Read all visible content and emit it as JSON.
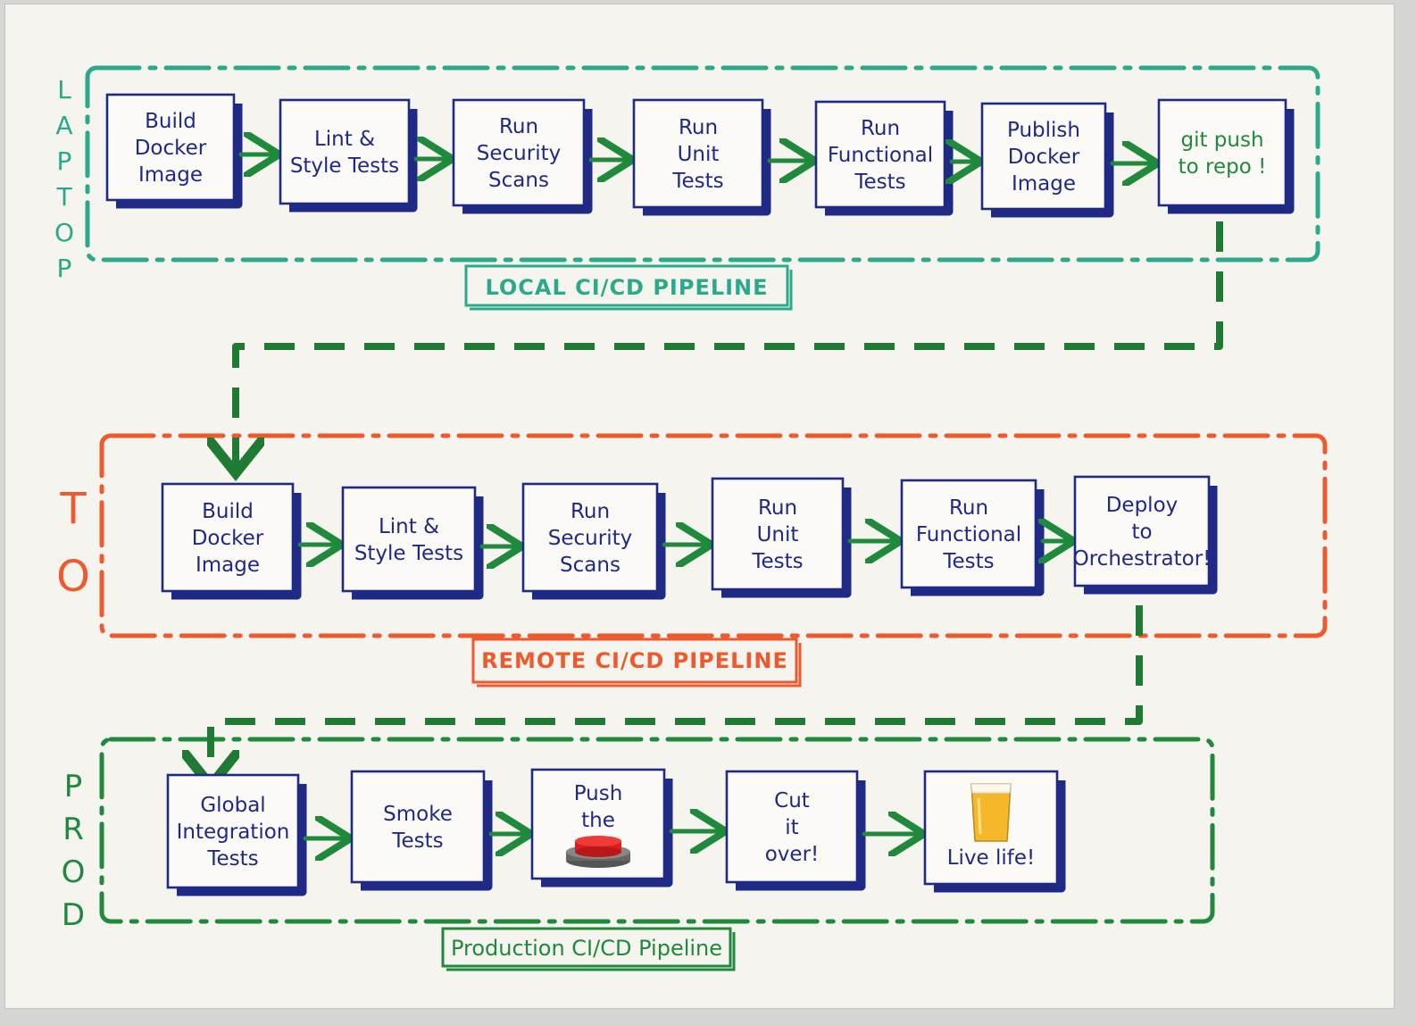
{
  "colors": {
    "paper": "#f5f4ef",
    "laptop_accent": "#2aaa8a",
    "to_accent": "#ec5a2d",
    "prod_accent": "#1f8a3c",
    "box_ink": "#1f2a86",
    "arrow": "#1f8a3c"
  },
  "stages": {
    "laptop": {
      "side_label": [
        "L",
        "A",
        "P",
        "T",
        "O",
        "P"
      ],
      "caption": "LOCAL CI/CD PIPELINE",
      "steps": [
        {
          "lines": [
            "Build",
            "Docker",
            "Image"
          ]
        },
        {
          "lines": [
            "Lint &",
            "Style Tests"
          ]
        },
        {
          "lines": [
            "Run",
            "Security",
            "Scans"
          ]
        },
        {
          "lines": [
            "Run",
            "Unit",
            "Tests"
          ]
        },
        {
          "lines": [
            "Run",
            "Functional",
            "Tests"
          ]
        },
        {
          "lines": [
            "Publish",
            "Docker",
            "Image"
          ]
        },
        {
          "lines": [
            "git push",
            "to repo !"
          ],
          "emphasis": true
        }
      ]
    },
    "to": {
      "side_label": [
        "T",
        "O"
      ],
      "caption": "REMOTE CI/CD PIPELINE",
      "steps": [
        {
          "lines": [
            "Build",
            "Docker",
            "Image"
          ]
        },
        {
          "lines": [
            "Lint &",
            "Style Tests"
          ]
        },
        {
          "lines": [
            "Run",
            "Security",
            "Scans"
          ]
        },
        {
          "lines": [
            "Run",
            "Unit",
            "Tests"
          ]
        },
        {
          "lines": [
            "Run",
            "Functional",
            "Tests"
          ]
        },
        {
          "lines": [
            "Deploy",
            "to",
            "Orchestrator!"
          ]
        }
      ]
    },
    "prod": {
      "side_label": [
        "P",
        "R",
        "O",
        "D"
      ],
      "caption": "Production CI/CD Pipeline",
      "steps": [
        {
          "lines": [
            "Global",
            "Integration",
            "Tests"
          ]
        },
        {
          "lines": [
            "Smoke",
            "Tests"
          ]
        },
        {
          "lines": [
            "Push",
            "the"
          ],
          "icon": "red-button-icon"
        },
        {
          "lines": [
            "Cut",
            "it",
            "over!"
          ]
        },
        {
          "lines": [
            "Live life!"
          ],
          "icon": "beer-glass-icon"
        }
      ]
    }
  }
}
